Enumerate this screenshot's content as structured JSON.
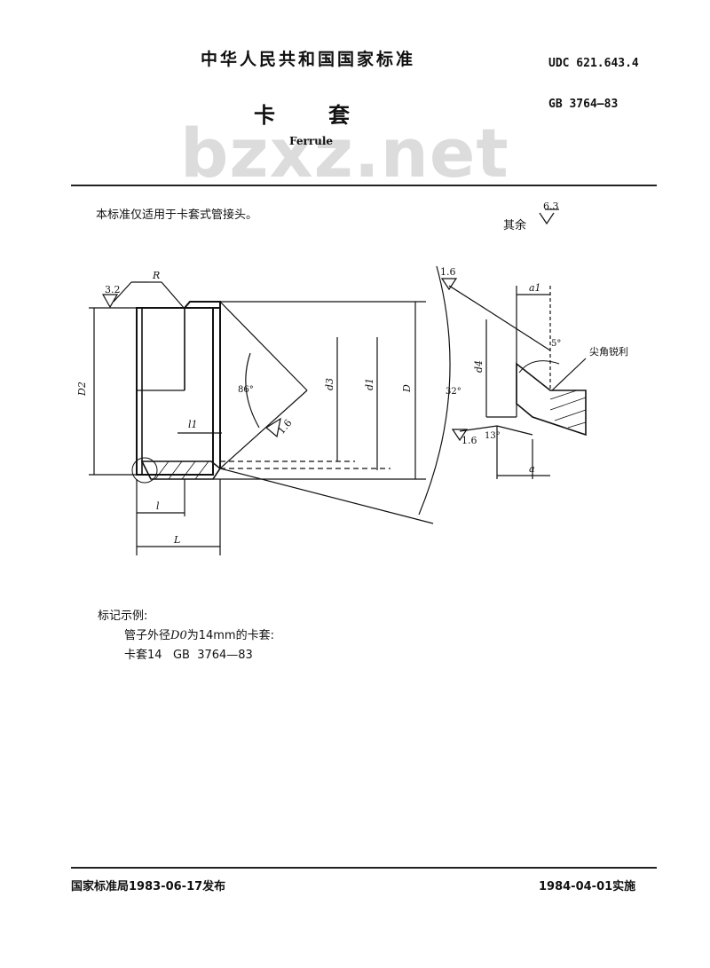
{
  "header": {
    "organization": "中华人民共和国国家标准",
    "udc": "UDC 621.643.4",
    "standard_no": "GB 3764—83",
    "title": "卡套",
    "subtitle": "Ferrule",
    "watermark": "bzxz.net"
  },
  "body": {
    "scope": "本标准仅适用于卡套式管接头。",
    "roughness_rest_label": "其余",
    "roughness_rest_value": "6.3"
  },
  "drawing": {
    "labels": {
      "r": "R",
      "ra_left": "3.2",
      "d2": "D2",
      "angle_86": "86°",
      "l1": "l1",
      "ra_cone": "1.6",
      "d3": "d3",
      "d1": "d1",
      "d": "D",
      "angle_32": "32°",
      "l": "l",
      "big_l": "L",
      "ra_detail_top": "1.6",
      "a1": "a1",
      "angle_5": "5°",
      "sharp_edge": "尖角锐利",
      "d4": "d4",
      "ra_detail_bottom": "1.6",
      "angle_13": "13°",
      "a": "a"
    }
  },
  "marking": {
    "heading": "标记示例:",
    "line1_prefix": "管子外径",
    "line1_symbol": "D0",
    "line1_suffix": "为14mm的卡套:",
    "example": "卡套14   GB  3764—83"
  },
  "footer": {
    "issued": "国家标准局1983-06-17发布",
    "effective": "1984-04-01实施"
  }
}
